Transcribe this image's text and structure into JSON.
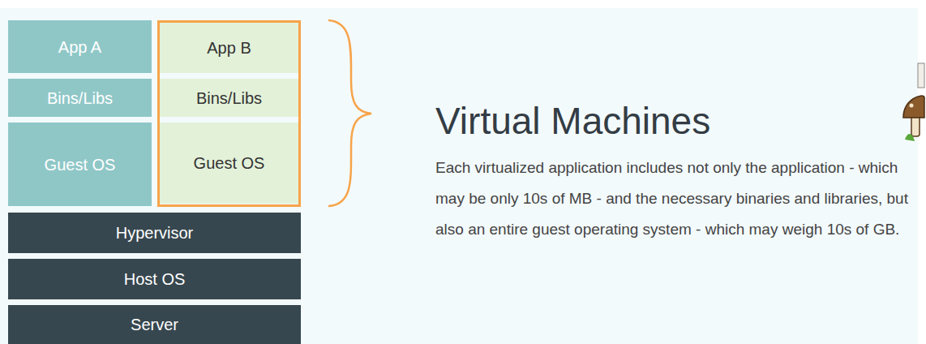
{
  "diagram": {
    "title": "Virtual Machines",
    "caption": "Each virtualized application includes not only the application - which may be only 10s of MB - and the necessary binaries and libraries, but also an entire guest operating system - which may weigh 10s of GB.",
    "nodes": [
      {
        "text": [
          "App A"
        ]
      },
      {
        "text": [
          "Bins/Libs"
        ]
      },
      {
        "text": [
          "Guest OS"
        ]
      },
      {
        "text": [
          "App B"
        ]
      },
      {
        "text": [
          "Bins/Libs"
        ]
      },
      {
        "text": [
          "Guest OS"
        ]
      },
      {
        "text": [
          "Hypervisor"
        ]
      },
      {
        "text": [
          "Host OS"
        ]
      },
      {
        "text": [
          "Server"
        ]
      }
    ]
  }
}
